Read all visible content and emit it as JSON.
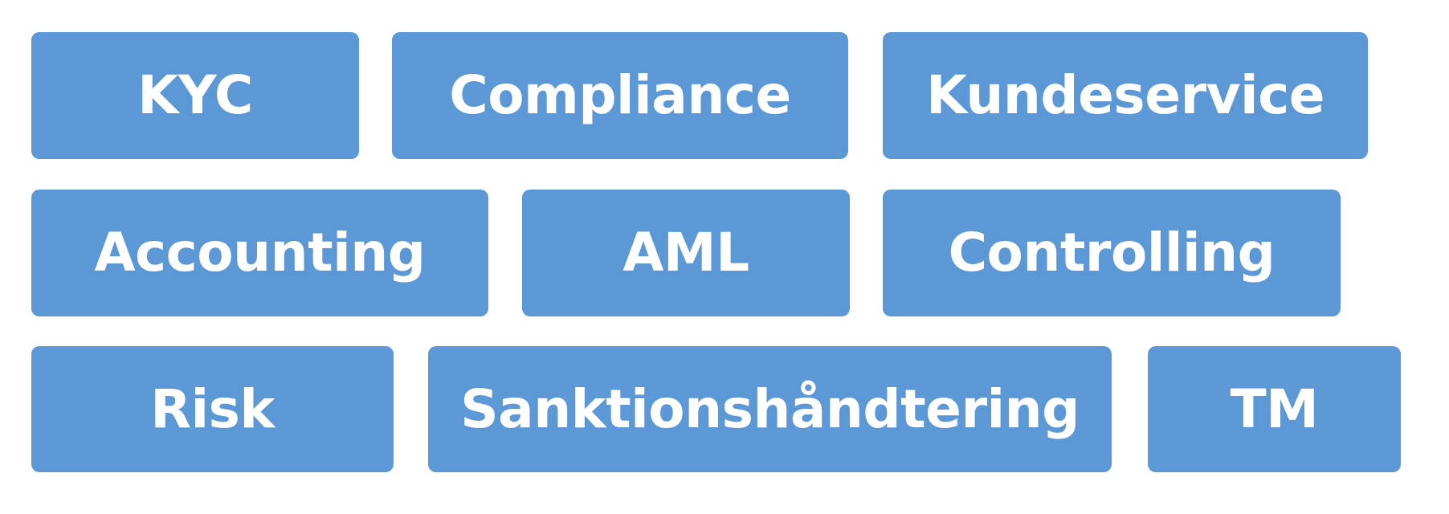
{
  "tiles": {
    "row1": {
      "kyc": "KYC",
      "compliance": "Compliance",
      "kundeservice": "Kundeservice"
    },
    "row2": {
      "accounting": "Accounting",
      "aml": "AML",
      "controlling": "Controlling"
    },
    "row3": {
      "risk": "Risk",
      "sanktionshaandtering": "Sanktionshåndtering",
      "tm": "TM"
    }
  },
  "colors": {
    "tile_background": "#5b98d5",
    "tile_text": "#ffffff",
    "page_background": "#ffffff"
  }
}
